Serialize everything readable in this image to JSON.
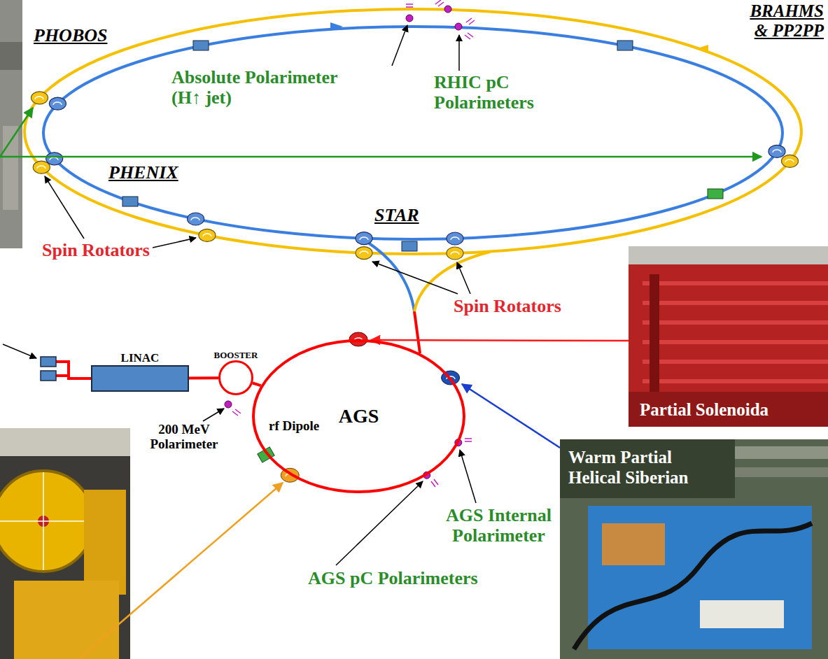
{
  "diagram": {
    "nodes": [
      {
        "text": [
          "LINAC"
        ]
      },
      {
        "text": [
          "BOOSTER"
        ]
      },
      {
        "text": [
          "AGS"
        ]
      },
      {
        "text": [
          "Partial Solenoida"
        ]
      },
      {
        "text": [
          "Warm Partial Helical Siberian"
        ]
      }
    ],
    "edges": [
      {
        "from": 0,
        "to": 1,
        "arrow": "none"
      },
      {
        "from": 1,
        "to": 2,
        "arrow": "none"
      }
    ],
    "labels": [
      "PHOBOS",
      "BRAHMS & PP2PP",
      "Absolute Polarimeter (H↑ jet)",
      "RHIC pC Polarimeters",
      "PHENIX",
      "STAR",
      "Spin Rotators",
      "Spin Rotators",
      "rf Dipole",
      "200 MeV Polarimeter",
      "AGS Internal Polarimeter",
      "AGS pC Polarimeters"
    ]
  }
}
